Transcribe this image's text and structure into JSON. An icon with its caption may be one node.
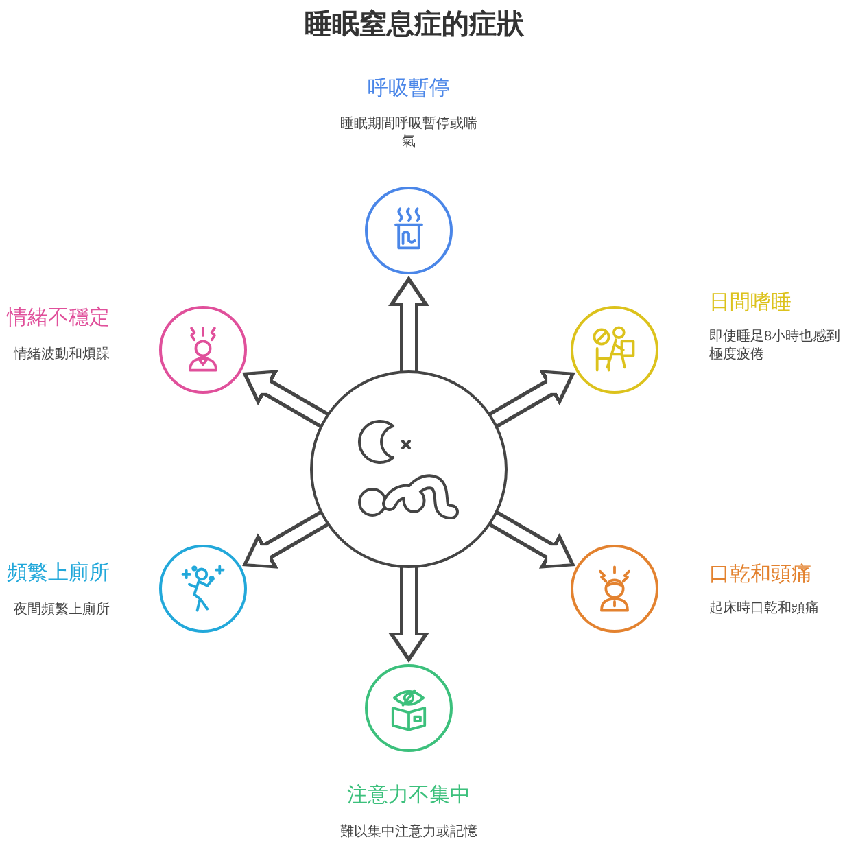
{
  "diagram": {
    "title": "睡眠窒息症的症狀",
    "nodes": [
      {
        "text": [],
        "shape": "circle"
      },
      {
        "text": [
          "呼吸暫停",
          "睡眠期間呼吸暫停或喘氣"
        ]
      },
      {
        "text": [
          "情緒不穩定",
          "情緒波動和煩躁"
        ]
      },
      {
        "text": [
          "日間嗜睡",
          "即使睡足8小時也感到極度疲倦"
        ]
      },
      {
        "text": [
          "頻繁上廁所",
          "夜間頻繁上廁所"
        ]
      },
      {
        "text": [
          "口乾和頭痛",
          "起床時口乾和頭痛"
        ]
      },
      {
        "text": [
          "注意力不集中",
          "難以集中注意力或記憶"
        ]
      }
    ],
    "edges": [
      {
        "from": 0,
        "to": 1,
        "arrow": "to"
      },
      {
        "from": 0,
        "to": 2,
        "arrow": "to"
      },
      {
        "from": 0,
        "to": 3,
        "arrow": "to"
      },
      {
        "from": 0,
        "to": 4,
        "arrow": "to"
      },
      {
        "from": 0,
        "to": 5,
        "arrow": "to"
      },
      {
        "from": 0,
        "to": 6,
        "arrow": "to"
      }
    ]
  }
}
